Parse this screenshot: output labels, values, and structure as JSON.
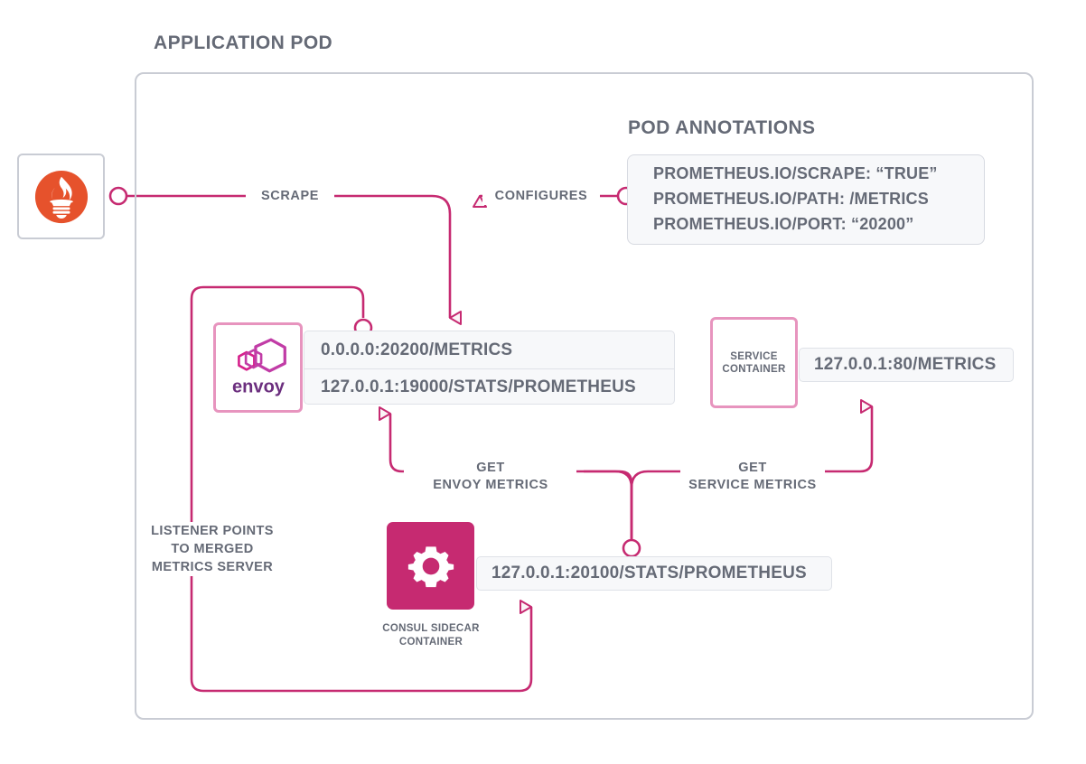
{
  "diagram": {
    "pod_title": "APPLICATION POD",
    "annotations_title": "POD ANNOTATIONS",
    "accent_color": "#C62A71",
    "tile_border_color": "#E794BE",
    "text_color": "#656A76",
    "pod_border_color": "#C9CCD4",
    "prometheus_color": "#E6522C"
  },
  "prometheus": {
    "icon": "prometheus-torch-icon"
  },
  "annotations": {
    "lines": [
      "PROMETHEUS.IO/SCRAPE: “TRUE”",
      "PROMETHEUS.IO/PATH: /METRICS",
      "PROMETHEUS.IO/PORT: “20200”"
    ]
  },
  "envoy": {
    "logo": "envoy-logo",
    "wordmark": "envoy",
    "urls": [
      "0.0.0.0:20200/METRICS",
      "127.0.0.1:19000/STATS/PROMETHEUS"
    ]
  },
  "service_container": {
    "label": "SERVICE\nCONTAINER",
    "url": "127.0.0.1:80/METRICS"
  },
  "consul_sidecar": {
    "icon": "gear-icon",
    "caption": "CONSUL SIDECAR\nCONTAINER",
    "url": "127.0.0.1:20100/STATS/PROMETHEUS"
  },
  "edges": {
    "scrape": "SCRAPE",
    "configures": "CONFIGURES",
    "get_envoy_metrics": "GET\nENVOY METRICS",
    "get_service_metrics": "GET\nSERVICE METRICS",
    "listener_note": "LISTENER POINTS\nTO MERGED\nMETRICS SERVER"
  }
}
